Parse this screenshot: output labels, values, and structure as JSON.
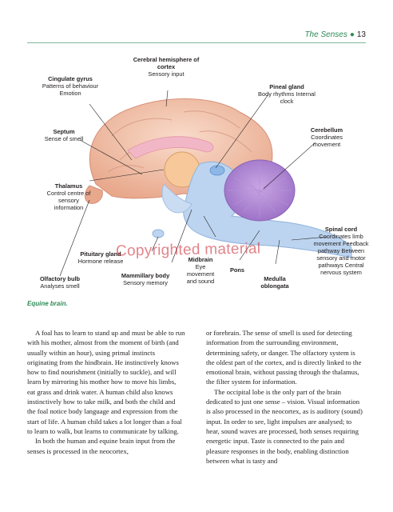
{
  "header": {
    "section": "The Senses",
    "page": "13"
  },
  "labels": {
    "cerebral": {
      "title": "Cerebral hemisphere of cortex",
      "desc": "Sensory input"
    },
    "cingulate": {
      "title": "Cingulate gyrus",
      "desc": "Patterns of behaviour Emotion"
    },
    "pineal": {
      "title": "Pineal gland",
      "desc": "Body rhythms Internal clock"
    },
    "cerebellum": {
      "title": "Cerebellum",
      "desc": "Coordinates movement"
    },
    "septum": {
      "title": "Septum",
      "desc": "Sense of smell"
    },
    "thalamus": {
      "title": "Thalamus",
      "desc": "Control centre of sensory information"
    },
    "spinal": {
      "title": "Spinal cord",
      "desc": "Coordinates limb movement Feedback pathway Between sensory and motor pathways Central nervous system"
    },
    "pituitary": {
      "title": "Pituitary gland",
      "desc": "Hormone release"
    },
    "midbrain": {
      "title": "Midbrain",
      "desc": "Eye movement and sound"
    },
    "pons": {
      "title": "Pons",
      "desc": ""
    },
    "medulla": {
      "title": "Medulla oblongata",
      "desc": ""
    },
    "olfactory": {
      "title": "Olfactory bulb",
      "desc": "Analyses smell"
    },
    "mammillary": {
      "title": "Mammillary body",
      "desc": "Sensory memory"
    }
  },
  "watermark": "Copyrighted material",
  "caption": "Equine brain.",
  "body": {
    "col1": [
      "A foal has to learn to stand up and must be able to run with his mother, almost from the moment of birth (and usually within an hour), using primal instincts originating from the hindbrain. He instinctively knows how to find nourishment (initially to suckle), and will learn by mirroring his mother how to move his limbs, eat grass and drink water. A human child also knows instinctively how to take milk, and both the child and the foal notice body language and expression from the start of life. A human child takes a lot longer than a foal to learn to walk, but learns to communicate by talking.",
      "In both the human and equine brain input from the senses is processed in the neocortex,"
    ],
    "col2": [
      "or forebrain. The sense of smell is used for detecting information from the surrounding environment, determining safety, or danger. The olfactory system is the oldest part of the cortex, and is directly linked to the emotional brain, without passing through the thalamus, the filter system for information.",
      "The occipital lobe is the only part of the brain dedicated to just one sense – vision. Visual information is also processed in the neocortex, as is auditory (sound) input. In order to see, light impulses are analysed; to hear, sound waves are processed, both senses requiring energetic input. Taste is connected to the pain and pleasure responses in the body, enabling distinction between what is tasty and"
    ]
  }
}
